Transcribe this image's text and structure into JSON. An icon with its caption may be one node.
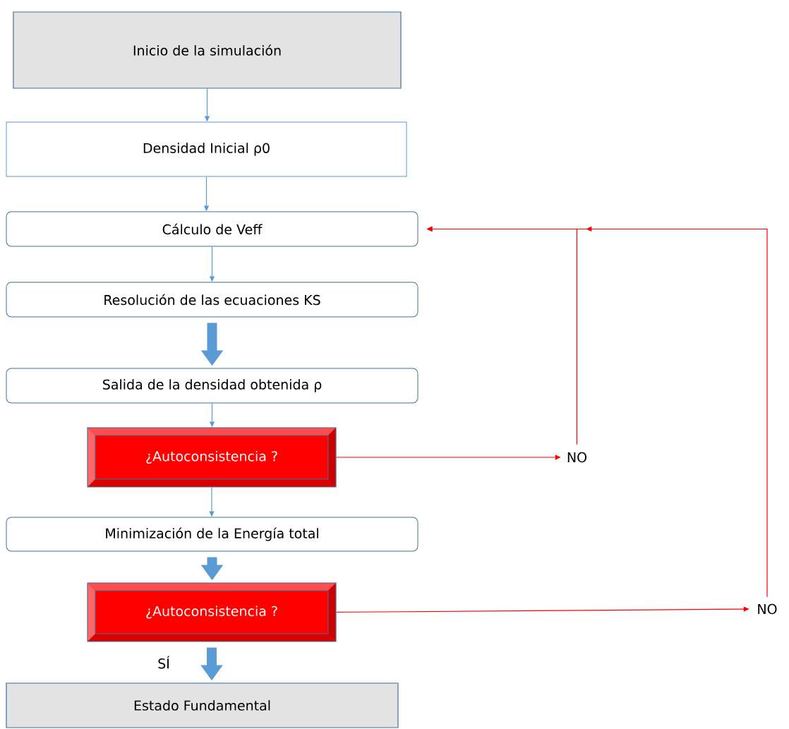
{
  "diagram": {
    "nodes": [
      {
        "text": [
          "Inicio de la simulación"
        ]
      },
      {
        "text": [
          "Densidad Inicial ρ0"
        ]
      },
      {
        "text": [
          "Cálculo de Veff"
        ]
      },
      {
        "text": [
          "Resolución de las ecuaciones KS"
        ]
      },
      {
        "text": [
          "Salida de la densidad obtenida ρ"
        ]
      },
      {
        "text": [
          "¿Autoconsistencia ?"
        ]
      },
      {
        "text": [
          "NO"
        ]
      },
      {
        "text": [
          "Minimización de la Energía total"
        ]
      },
      {
        "text": [
          "¿Autoconsistencia ?"
        ]
      },
      {
        "text": [
          "NO"
        ]
      },
      {
        "text": [
          "Estado Fundamental"
        ]
      }
    ],
    "edges": [
      {
        "from": 0,
        "to": 1,
        "arrow": "to"
      },
      {
        "from": 1,
        "to": 2,
        "arrow": "to"
      },
      {
        "from": 2,
        "to": 3,
        "arrow": "to"
      },
      {
        "from": 3,
        "to": 4,
        "arrow": "to",
        "style": "thick"
      },
      {
        "from": 4,
        "to": 5,
        "arrow": "to"
      },
      {
        "from": 5,
        "to": 6,
        "arrow": "to",
        "color": "#ff0000"
      },
      {
        "from": 6,
        "to": 2,
        "arrow": "to",
        "color": "#ff0000"
      },
      {
        "from": 5,
        "to": 7,
        "arrow": "to"
      },
      {
        "from": 7,
        "to": 8,
        "arrow": "to",
        "style": "thick"
      },
      {
        "from": 8,
        "to": 9,
        "arrow": "to",
        "color": "#ff0000"
      },
      {
        "from": 9,
        "to": 2,
        "arrow": "to",
        "color": "#ff0000"
      },
      {
        "from": 8,
        "to": 10,
        "arrow": "to",
        "style": "thick",
        "label": "SÍ"
      }
    ]
  }
}
